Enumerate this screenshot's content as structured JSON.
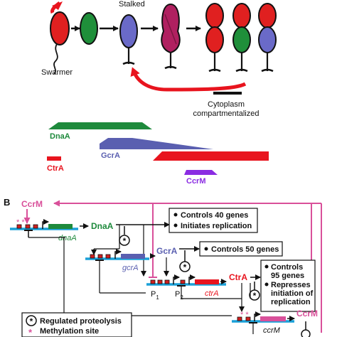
{
  "panel_b_label": "B",
  "cell_cycle": {
    "stalked_label": "Stalked",
    "swarmer_label": "Swarmer",
    "cytoplasm_label_line1": "Cytoplasm",
    "cytoplasm_label_line2": "compartmentalized"
  },
  "expression_profiles": {
    "dnaa_label": "DnaA",
    "gcra_label": "GcrA",
    "ctra_label": "CtrA",
    "ccrm_label": "CcrM"
  },
  "network": {
    "ccrm_top_label": "CcrM",
    "dnaa_gene": "dnaA",
    "dnaa_protein": "DnaA",
    "dnaa_box_line1": "Controls 40 genes",
    "dnaa_box_line2": "Initiates replication",
    "gcra_gene": "gcrA",
    "gcra_protein": "GcrA",
    "gcra_box_line1": "Controls 50 genes",
    "ctra_gene": "ctrA",
    "ctra_protein": "CtrA",
    "ctra_box_line1": "Controls",
    "ctra_box_line2": "95 genes",
    "ctra_box_line3": "Represses",
    "ctra_box_line4": "initiation of",
    "ctra_box_line5": "replication",
    "p1_letter": "P",
    "p1_sub": "1",
    "p2_letter": "P",
    "p2_sub": "2",
    "ccrm_gene": "ccrM",
    "ccrm_protein": "CcrM"
  },
  "legend": {
    "proteolysis_symbol": "*",
    "proteolysis_label": "Regulated proteolysis",
    "methylation_symbol": "*",
    "methylation_label": "Methylation site"
  },
  "colors": {
    "dnaa": "#1e8a3c",
    "gcra": "#5a5fb0",
    "ctra": "#e8141e",
    "ccrm": "#8a2be2",
    "ccrm_pink": "#d9509a",
    "dna_line": "#1aa0d8",
    "cell_red": "#e02020",
    "cell_green": "#1f8f3a",
    "cell_blue": "#6a6ac8",
    "cell_crimson": "#b02060"
  }
}
